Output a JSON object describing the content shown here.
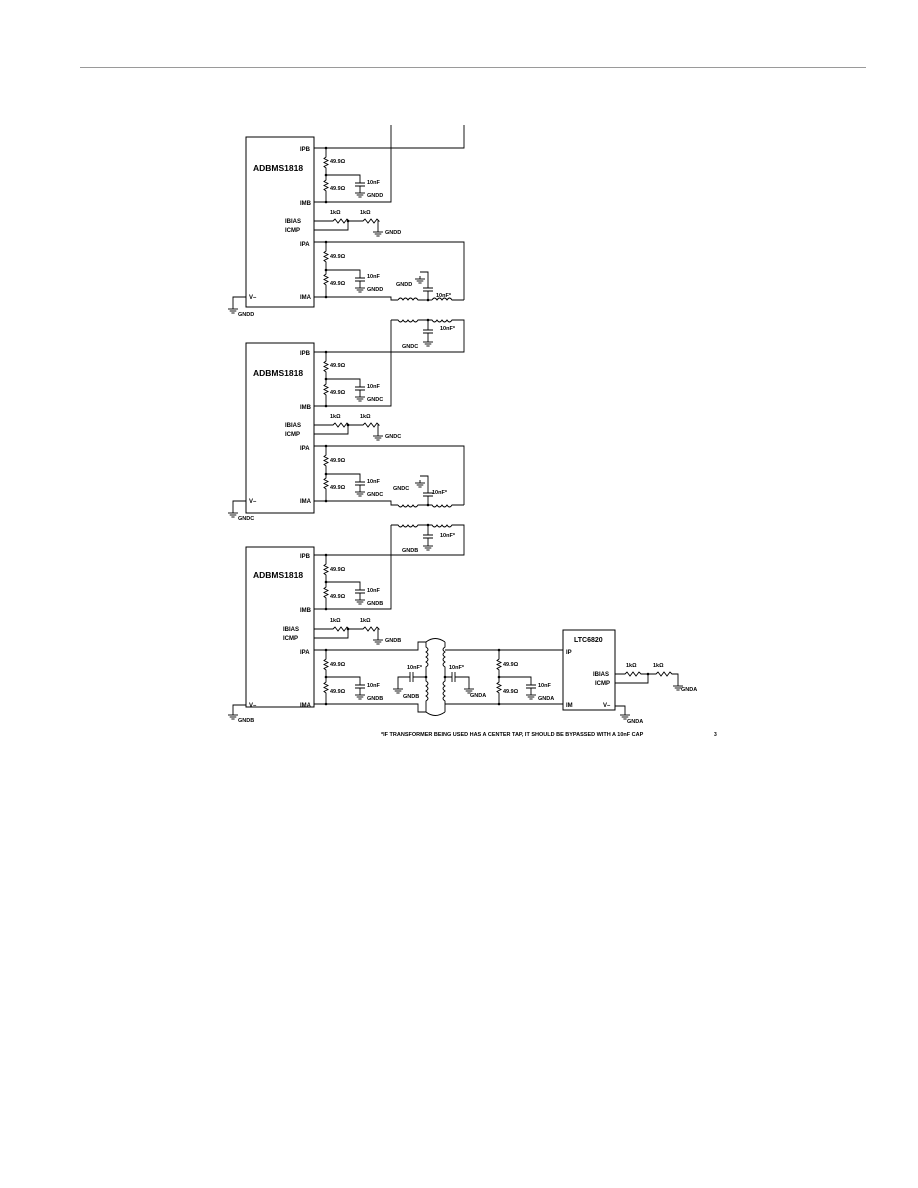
{
  "figure": {
    "footnote": "*IF TRANSFORMER BEING USED HAS A CENTER TAP, IT SHOULD BE BYPASSED WITH A 10nF CAP",
    "figure_id": "3"
  },
  "blocks": [
    {
      "chip": "ADBMS1818",
      "pins": {
        "ipb": "IPB",
        "imb": "IMB",
        "ibias": "IBIAS",
        "icmp": "ICMP",
        "ipa": "IPA",
        "ima": "IMA",
        "vminus": "V–"
      },
      "ground": "GNDD",
      "r_term": "49.9Ω",
      "cap": "10nF",
      "cap_star": "10nF*",
      "r_bias": "1kΩ"
    },
    {
      "chip": "ADBMS1818",
      "pins": {
        "ipb": "IPB",
        "imb": "IMB",
        "ibias": "IBIAS",
        "icmp": "ICMP",
        "ipa": "IPA",
        "ima": "IMA",
        "vminus": "V–"
      },
      "ground": "GNDC",
      "r_term": "49.9Ω",
      "cap": "10nF",
      "cap_star": "10nF*",
      "r_bias": "1kΩ"
    },
    {
      "chip": "ADBMS1818",
      "pins": {
        "ipb": "IPB",
        "imb": "IMB",
        "ibias": "IBIAS",
        "icmp": "ICMP",
        "ipa": "IPA",
        "ima": "IMA",
        "vminus": "V–"
      },
      "ground": "GNDB",
      "r_term": "49.9Ω",
      "cap": "10nF",
      "cap_star": "10nF*",
      "r_bias": "1kΩ"
    }
  ],
  "bottom_link": {
    "cap_star": "10nF*",
    "cap_star_right": "10nF*",
    "ground_right": "GNDA",
    "r_term": "49.9Ω",
    "cap": "10nF"
  },
  "ltc": {
    "chip": "LTC6820",
    "pins": {
      "ip": "IP",
      "im": "IM",
      "ibias": "IBIAS",
      "icmp": "ICMP",
      "vminus": "V–"
    },
    "r_bias": "1kΩ",
    "ground": "GNDA"
  }
}
